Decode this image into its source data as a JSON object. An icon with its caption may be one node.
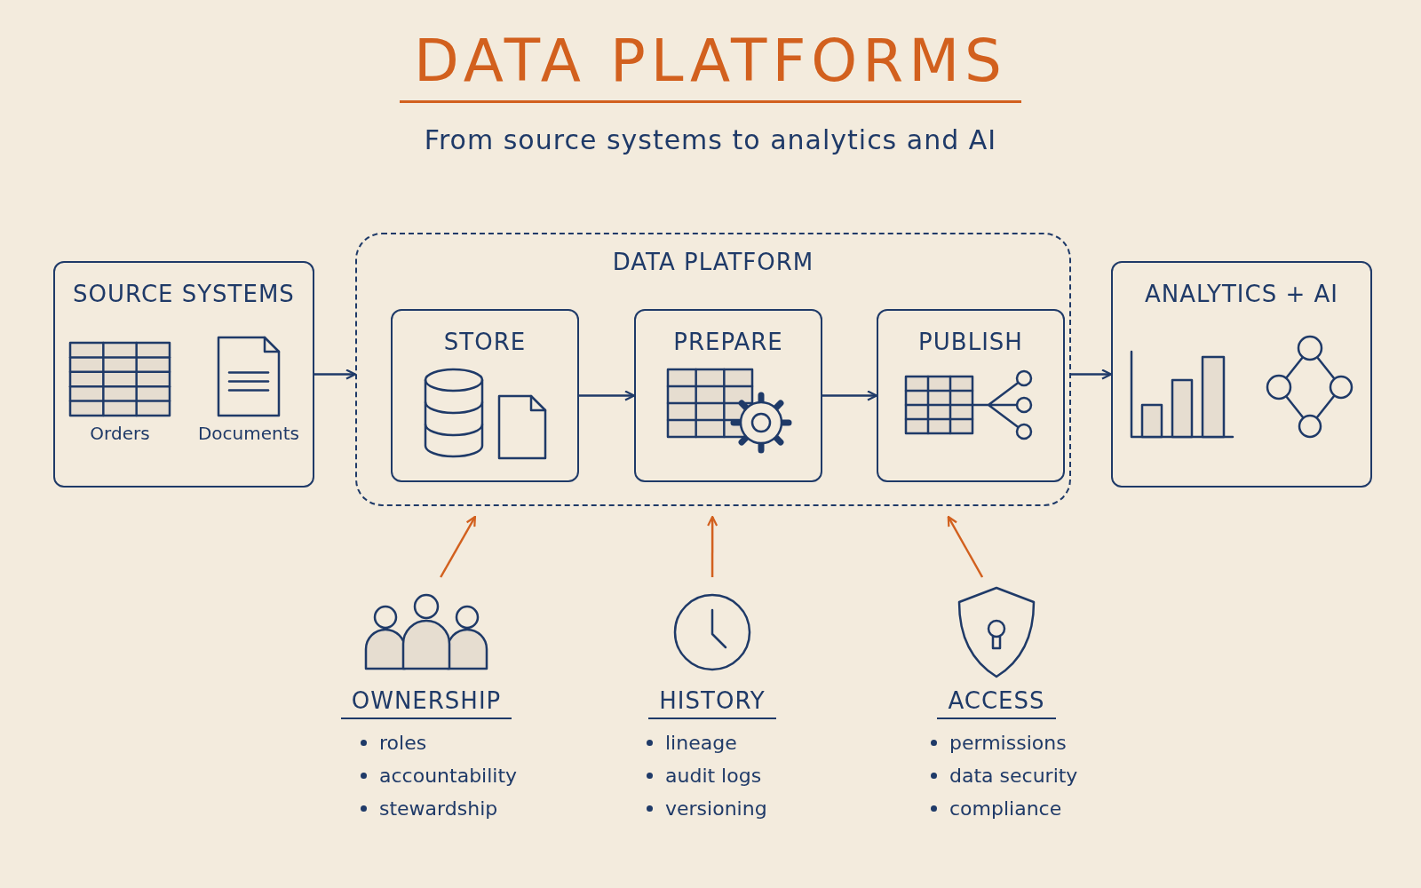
{
  "diagram": {
    "title": "DATA PLATFORMS",
    "nodes": [
      {
        "text": [
          "SOURCE SYSTEMS",
          "Orders",
          "Documents"
        ]
      },
      {
        "text": [
          "DATA PLATFORM"
        ]
      },
      {
        "text": [
          "STORE"
        ],
        "in": 1
      },
      {
        "text": [
          "PREPARE"
        ],
        "in": 1
      },
      {
        "text": [
          "PUBLISH"
        ],
        "in": 1
      },
      {
        "text": [
          "ANALYTICS + AI"
        ]
      },
      {
        "text": [
          "OWNERSHIP",
          "roles",
          "accountability",
          "stewardship"
        ]
      },
      {
        "text": [
          "HISTORY",
          "lineage",
          "audit logs",
          "versioning"
        ]
      },
      {
        "text": [
          "ACCESS",
          "permissions",
          "data security",
          "compliance"
        ]
      }
    ],
    "edges": [
      {
        "from": 0,
        "to": 1,
        "arrow": "to"
      },
      {
        "from": 2,
        "to": 3,
        "arrow": "to"
      },
      {
        "from": 3,
        "to": 4,
        "arrow": "to"
      },
      {
        "from": 1,
        "to": 5,
        "arrow": "to"
      },
      {
        "from": 6,
        "to": 1,
        "arrow": "to",
        "color": "#d2601e"
      },
      {
        "from": 7,
        "to": 1,
        "arrow": "to",
        "color": "#d2601e"
      },
      {
        "from": 8,
        "to": 1,
        "arrow": "to",
        "color": "#d2601e"
      }
    ],
    "labels": [
      "From source systems to analytics and AI"
    ]
  }
}
